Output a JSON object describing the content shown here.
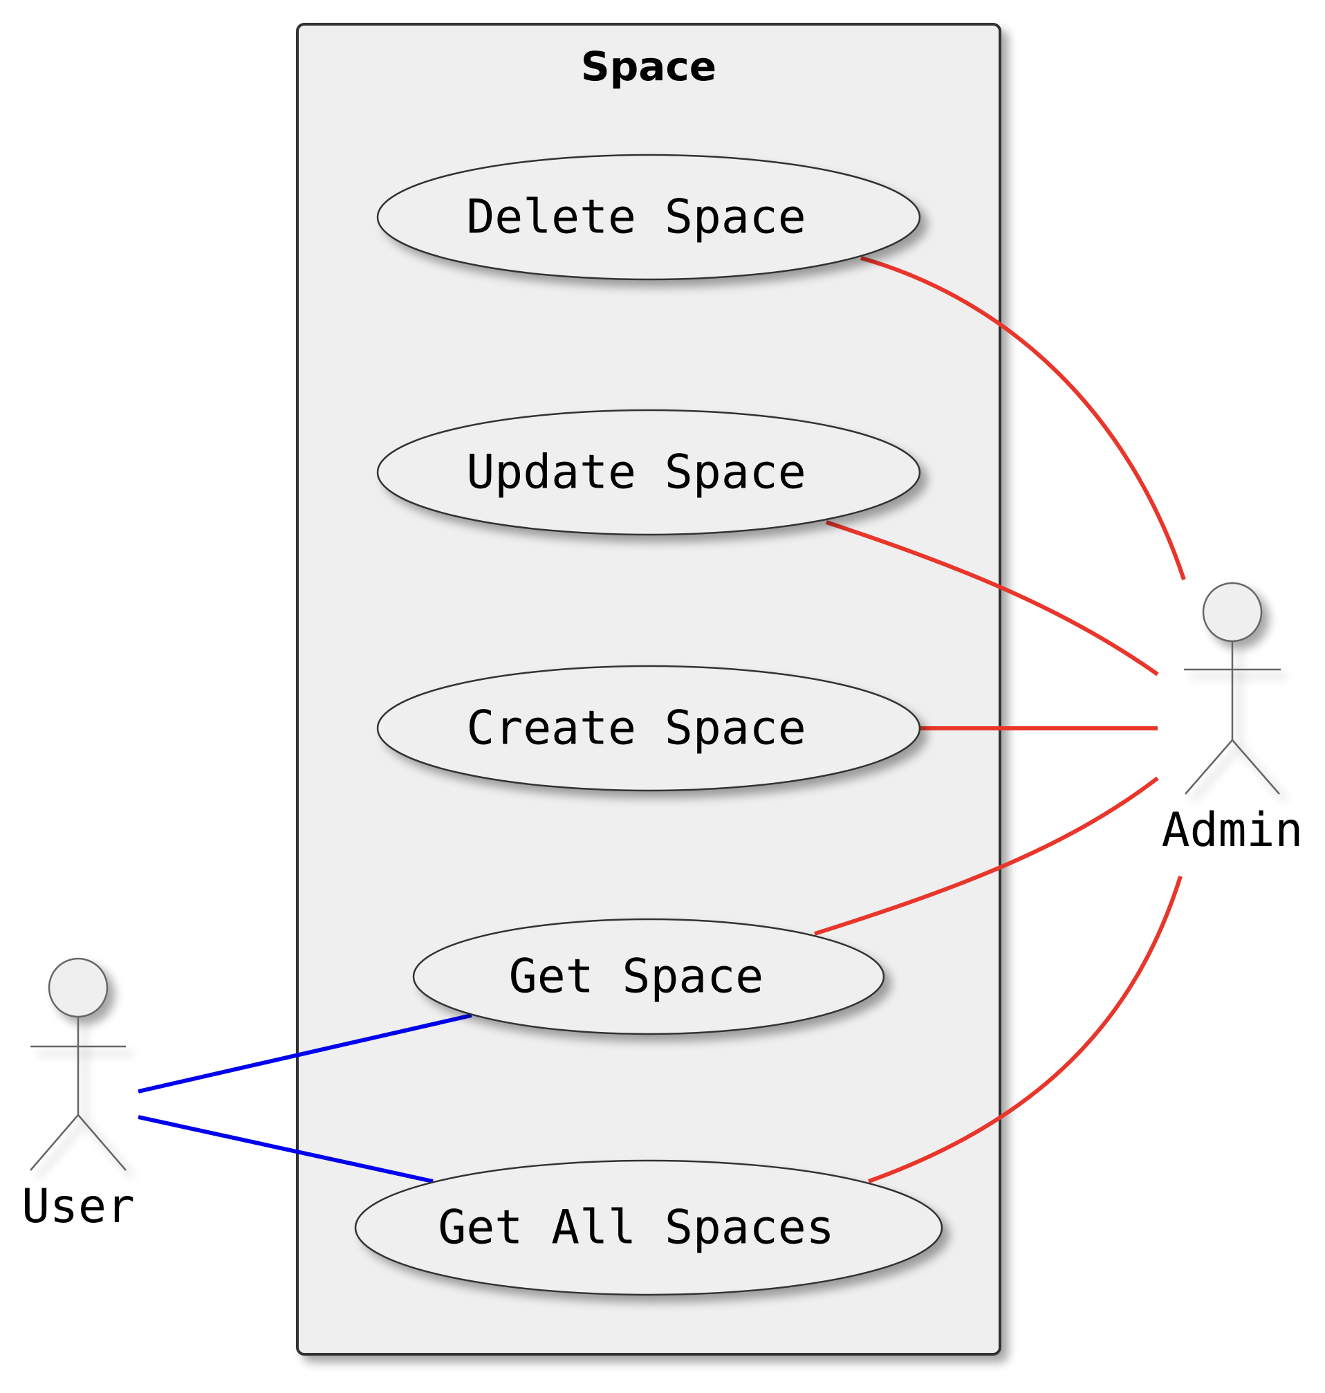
{
  "system_boundary": {
    "title": "Space"
  },
  "use_cases": {
    "delete_space": "Delete Space",
    "update_space": "Update Space",
    "create_space": "Create Space",
    "get_space": "Get Space",
    "get_all_spaces": "Get All Spaces"
  },
  "actors": {
    "admin": "Admin",
    "user": "User"
  },
  "colors": {
    "admin_link": "#e8362b",
    "user_link": "#0000ee",
    "boundary_fill": "#efefef",
    "boundary_stroke": "#333333",
    "usecase_fill": "#efefef",
    "actor_stroke": "#666666"
  },
  "associations": [
    {
      "actor": "Admin",
      "use_case": "Delete Space"
    },
    {
      "actor": "Admin",
      "use_case": "Update Space"
    },
    {
      "actor": "Admin",
      "use_case": "Create Space"
    },
    {
      "actor": "Admin",
      "use_case": "Get Space"
    },
    {
      "actor": "Admin",
      "use_case": "Get All Spaces"
    },
    {
      "actor": "User",
      "use_case": "Get Space"
    },
    {
      "actor": "User",
      "use_case": "Get All Spaces"
    }
  ]
}
